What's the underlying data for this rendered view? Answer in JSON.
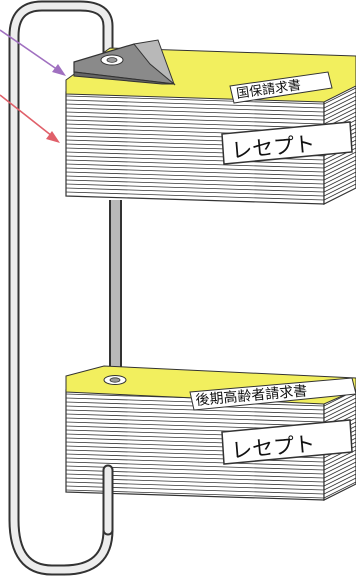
{
  "upper_bundle": {
    "form_label": "国保請求書",
    "sheet_label": "レセプト"
  },
  "lower_bundle": {
    "form_label": "後期高齢者請求書",
    "sheet_label": "レセプト"
  },
  "colors": {
    "cover_sheet": "#f2ef5e",
    "paper": "#ffffff",
    "paper_lines": "#333333",
    "binder_cord": "#9a9a9a",
    "clip": "#8a8a8a",
    "arrow_purple": "#a070c0",
    "arrow_red": "#e0606a"
  }
}
